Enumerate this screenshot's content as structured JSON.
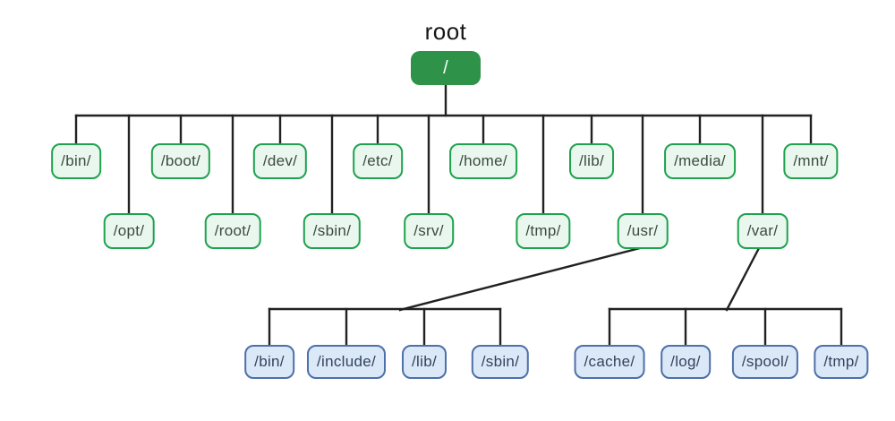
{
  "diagram": {
    "caption": "root",
    "root": {
      "label": "/"
    },
    "children": [
      "/bin/",
      "/boot/",
      "/dev/",
      "/etc/",
      "/home/",
      "/lib/",
      "/media/",
      "/mnt/",
      "/opt/",
      "/root/",
      "/sbin/",
      "/srv/",
      "/tmp/",
      "/usr/",
      "/var/"
    ],
    "usr_children": [
      "/bin/",
      "/include/",
      "/lib/",
      "/sbin/"
    ],
    "var_children": [
      "/cache/",
      "/log/",
      "/spool/",
      "/tmp/"
    ]
  },
  "colors": {
    "root_fill": "#2e9348",
    "root_text": "#ffffff",
    "dir_border": "#1ea24e",
    "dir_fill": "#e9f7ee",
    "dir_text": "#3c4a41",
    "subdir_border": "#4d70a8",
    "subdir_fill": "#dbe8f8",
    "subdir_text": "#33435c",
    "edge_line": "#212121"
  }
}
